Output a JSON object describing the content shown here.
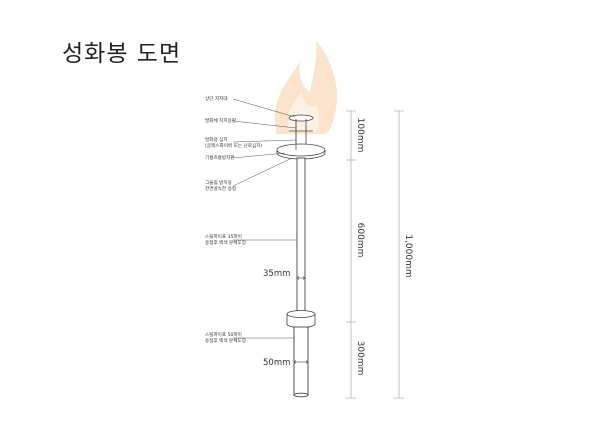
{
  "title": "성화봉 도면",
  "labels": {
    "top_support": "상단 지지대",
    "flame_holder": "발화체 지지용판",
    "wick": "발화용 심지",
    "wick_sub": "(글래스화이버 또는 난로심지)",
    "base_plate": "기름흐름방지판",
    "grip_upper": "그을림 방지용",
    "grip_upper_sub": "전면골속한 용접",
    "pipe_upper": "스틸파이프 35파이",
    "pipe_upper_sub": "용접후 백색 분체도장",
    "pipe_lower": "스틸파이프 50파이",
    "pipe_lower_sub": "용접후 백색 분체도장"
  },
  "dimensions": {
    "upper_diameter": "35mm",
    "lower_diameter": "50mm",
    "head_height": "100mm",
    "upper_length": "600mm",
    "lower_length": "300mm",
    "total_length": "1,000mm"
  },
  "colors": {
    "flame_outer": "#fbe3cc",
    "flame_inner": "#fdf1e4",
    "line": "#444444"
  }
}
